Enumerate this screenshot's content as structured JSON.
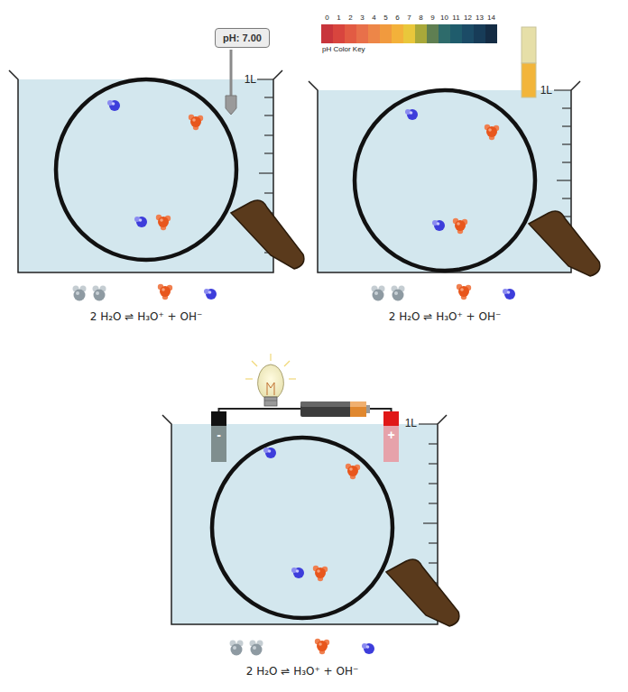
{
  "diagram": {
    "nodes": [
      {
        "text": [
          "pH: 7.00"
        ]
      },
      {
        "text": [
          "-"
        ]
      },
      {
        "text": [
          "+"
        ]
      }
    ],
    "edges": [
      {
        "from": 1,
        "to": 2,
        "arrow": "none"
      }
    ],
    "labels": [
      "1L",
      "0",
      "1",
      "2",
      "3",
      "4",
      "5",
      "6",
      "7",
      "8",
      "9",
      "10",
      "11",
      "12",
      "13",
      "14",
      "pH Color Key",
      "1L",
      "2 H₂O ⇌ H₃O⁺ + OH⁻",
      "2 H₂O ⇌ H₃O⁺ + OH⁻",
      "1L",
      "2 H₂O ⇌ H₃O⁺ + OH⁻"
    ]
  }
}
